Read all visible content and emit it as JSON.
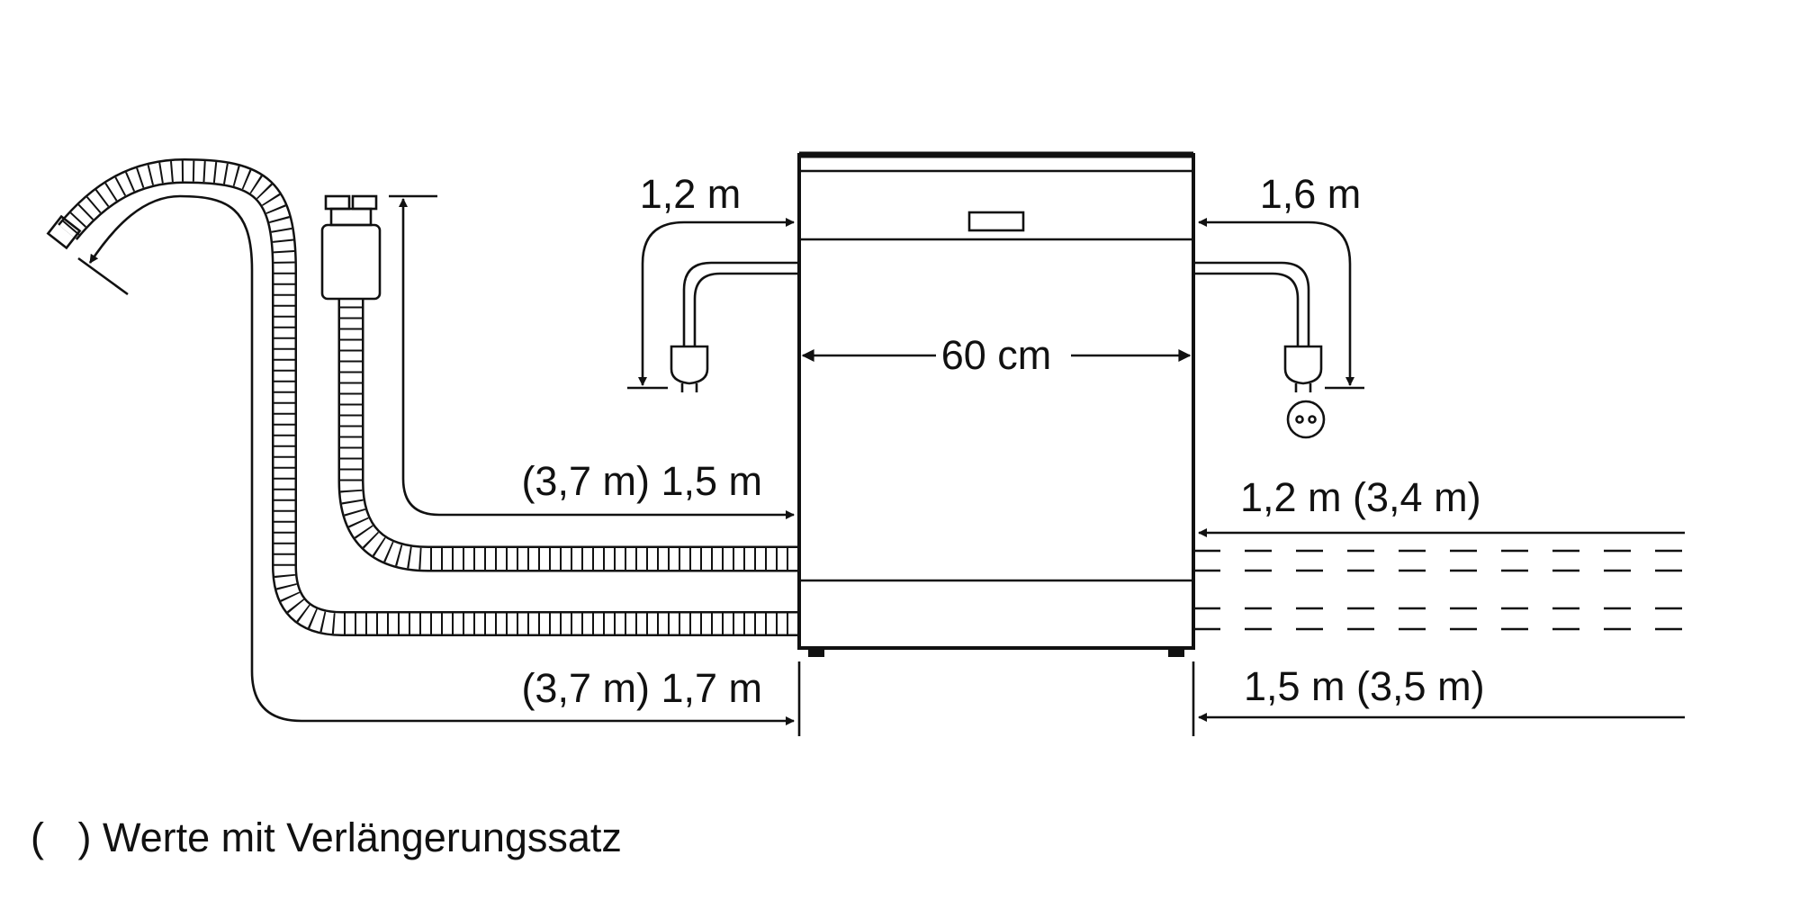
{
  "colors": {
    "ink": "#111111",
    "background": "#ffffff"
  },
  "labels": {
    "width": "60 cm",
    "power_cord_left": "1,2 m",
    "power_cord_right": "1,6 m",
    "inlet_hose_left": "(3,7 m) 1,5 m",
    "drain_hose_left": "(3,7 m) 1,7 m",
    "inlet_hose_right": "1,2 m (3,4 m)",
    "drain_hose_right": "1,5 m (3,5 m)"
  },
  "footnote": "(   ) Werte mit Verlängerungssatz"
}
